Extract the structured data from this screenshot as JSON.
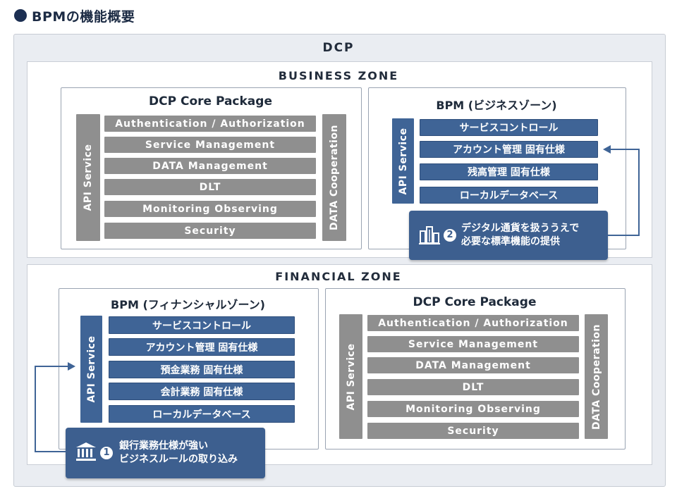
{
  "page_title": "BPMの機能概要",
  "dcp_label": "DCP",
  "business_zone": {
    "label": "BUSINESS ZONE",
    "core": {
      "title": "DCP Core Package",
      "left_label": "API Service",
      "right_label": "DATA Cooperation",
      "rows": [
        "Authentication / Authorization",
        "Service Management",
        "DATA Management",
        "DLT",
        "Monitoring Observing",
        "Security"
      ]
    },
    "bpm": {
      "title": "BPM (ビジネスゾーン)",
      "side_label": "API Service",
      "rows": [
        "サービスコントロール",
        "アカウント管理 固有仕様",
        "残高管理 固有仕様",
        "ローカルデータベース"
      ]
    },
    "callout": {
      "number": "2",
      "icon": "building-icon",
      "lines": [
        "デジタル通貨を扱ううえで",
        "必要な標準機能の提供"
      ]
    }
  },
  "financial_zone": {
    "label": "FINANCIAL ZONE",
    "bpm": {
      "title": "BPM (フィナンシャルゾーン)",
      "side_label": "API Service",
      "rows": [
        "サービスコントロール",
        "アカウント管理 固有仕様",
        "預金業務 固有仕様",
        "会計業務 固有仕様",
        "ローカルデータベース"
      ]
    },
    "core": {
      "title": "DCP Core Package",
      "left_label": "API Service",
      "right_label": "DATA Cooperation",
      "rows": [
        "Authentication / Authorization",
        "Service Management",
        "DATA Management",
        "DLT",
        "Monitoring Observing",
        "Security"
      ]
    },
    "callout": {
      "number": "1",
      "icon": "bank-icon",
      "lines": [
        "銀行業務仕様が強い",
        "ビジネスルールの取り込み"
      ]
    }
  },
  "colors": {
    "accent_blue": "#3f6496",
    "gray_bar": "#8f8f8f",
    "callout_blue": "#3d5f8f",
    "outer_bg": "#eaedf2"
  }
}
